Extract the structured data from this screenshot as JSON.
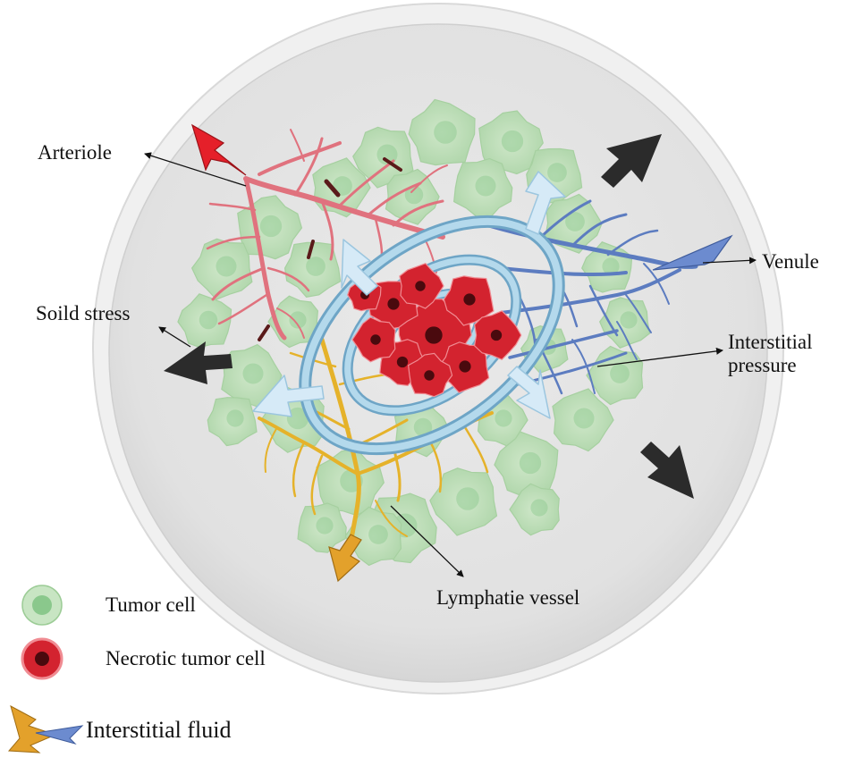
{
  "labels": {
    "arteriole": "Arteriole",
    "venule": "Venule",
    "solid_stress": "Soild stress",
    "interstitial_pressure": "Interstitial pressure",
    "lymphatic_vessel": "Lymphatie vessel"
  },
  "legend": {
    "tumor_cell": "Tumor cell",
    "necrotic_tumor_cell": "Necrotic tumor cell",
    "interstitial_fluid": "Interstitial fluid"
  },
  "colors": {
    "tumor_cell": "#b9dcb4",
    "tumor_nucleus": "#8ac88c",
    "necrotic_cell": "#d3232f",
    "necrotic_nucleus": "#4a0a0e",
    "arteriole": "#e0727e",
    "venule": "#5c7cc0",
    "lymphatic_vessel": "#e5b22a",
    "pressure_rings": "#8cbfd9",
    "outward_arrows": "#d6eaf7",
    "solid_stress_arrows": "#2b2b2b",
    "arteriole_input_arrow": "#e5202a",
    "venule_arrow": "#6c8bcf",
    "lymphatic_arrow": "#e3a12b",
    "background_sphere": "#e6e6e6"
  }
}
